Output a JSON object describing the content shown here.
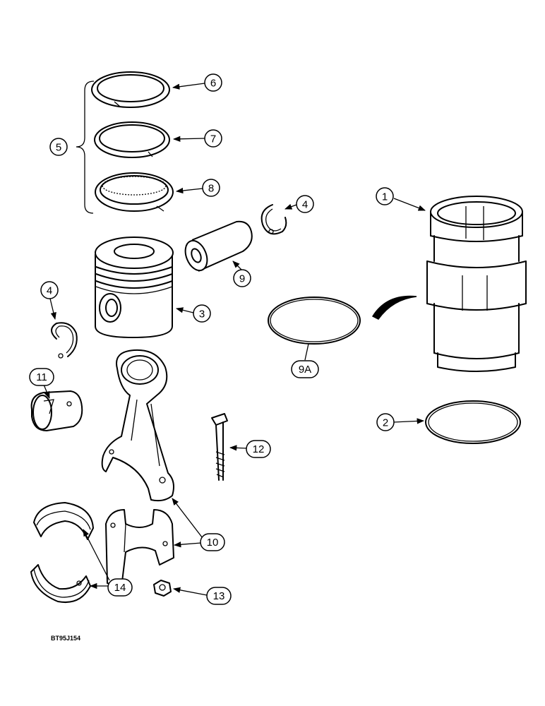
{
  "callouts": {
    "c1": "1",
    "c2": "2",
    "c3": "3",
    "c4a": "4",
    "c4b": "4",
    "c5": "5",
    "c6": "6",
    "c7": "7",
    "c8": "8",
    "c9": "9",
    "c9a": "9A",
    "c10": "10",
    "c11": "11",
    "c12": "12",
    "c13": "13",
    "c14": "14"
  },
  "reference_code": "BT95J154"
}
